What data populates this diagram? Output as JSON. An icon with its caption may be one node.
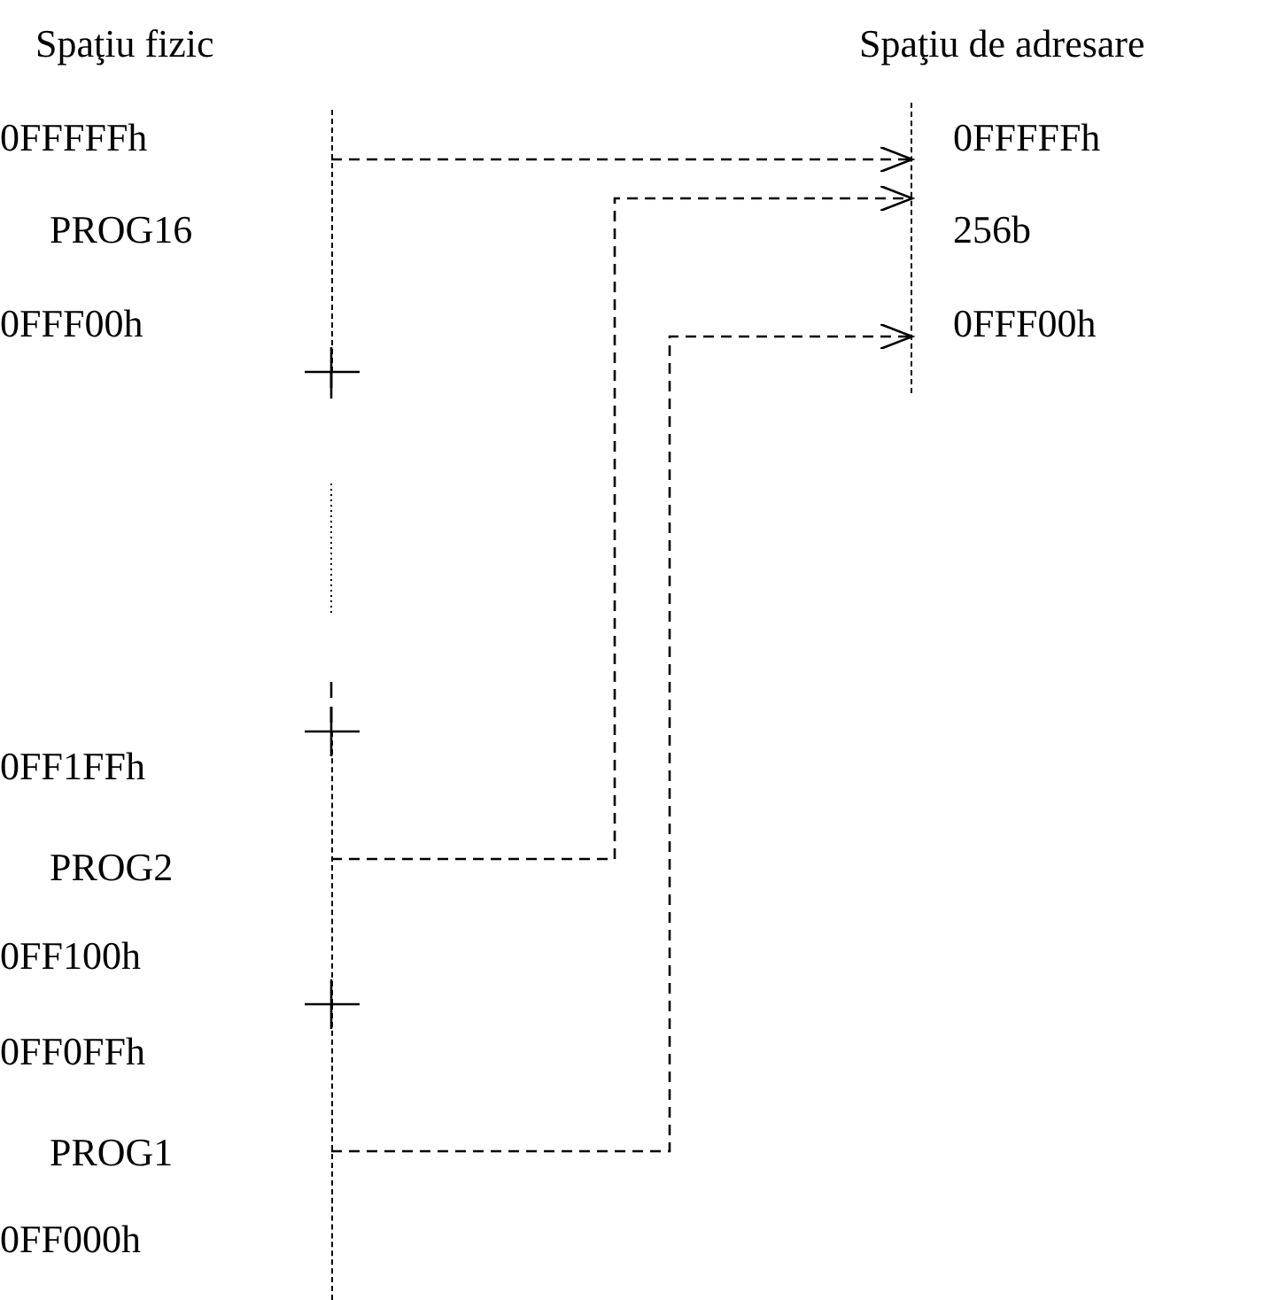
{
  "diagram": {
    "nodes": [
      {
        "text": [
          "PROG16"
        ]
      },
      {
        "text": [
          "256b"
        ]
      },
      {
        "text": [
          "PROG2"
        ]
      },
      {
        "text": [
          "PROG1"
        ]
      }
    ],
    "edges": [
      {
        "from": 0,
        "to": 1,
        "arrow": "to",
        "style": "dashed"
      },
      {
        "from": 2,
        "to": 1,
        "arrow": "to",
        "style": "dashed"
      },
      {
        "from": 3,
        "to": 1,
        "arrow": "to",
        "style": "dashed"
      }
    ],
    "labels": [
      "Spaţiu fizic",
      "Spaţiu de adresare",
      "0FFFFFh",
      "0FFFFFh",
      "0FFF00h",
      "0FFF00h",
      "0FF1FFh",
      "0FF100h",
      "0FF0FFh",
      "0FF000h"
    ]
  }
}
